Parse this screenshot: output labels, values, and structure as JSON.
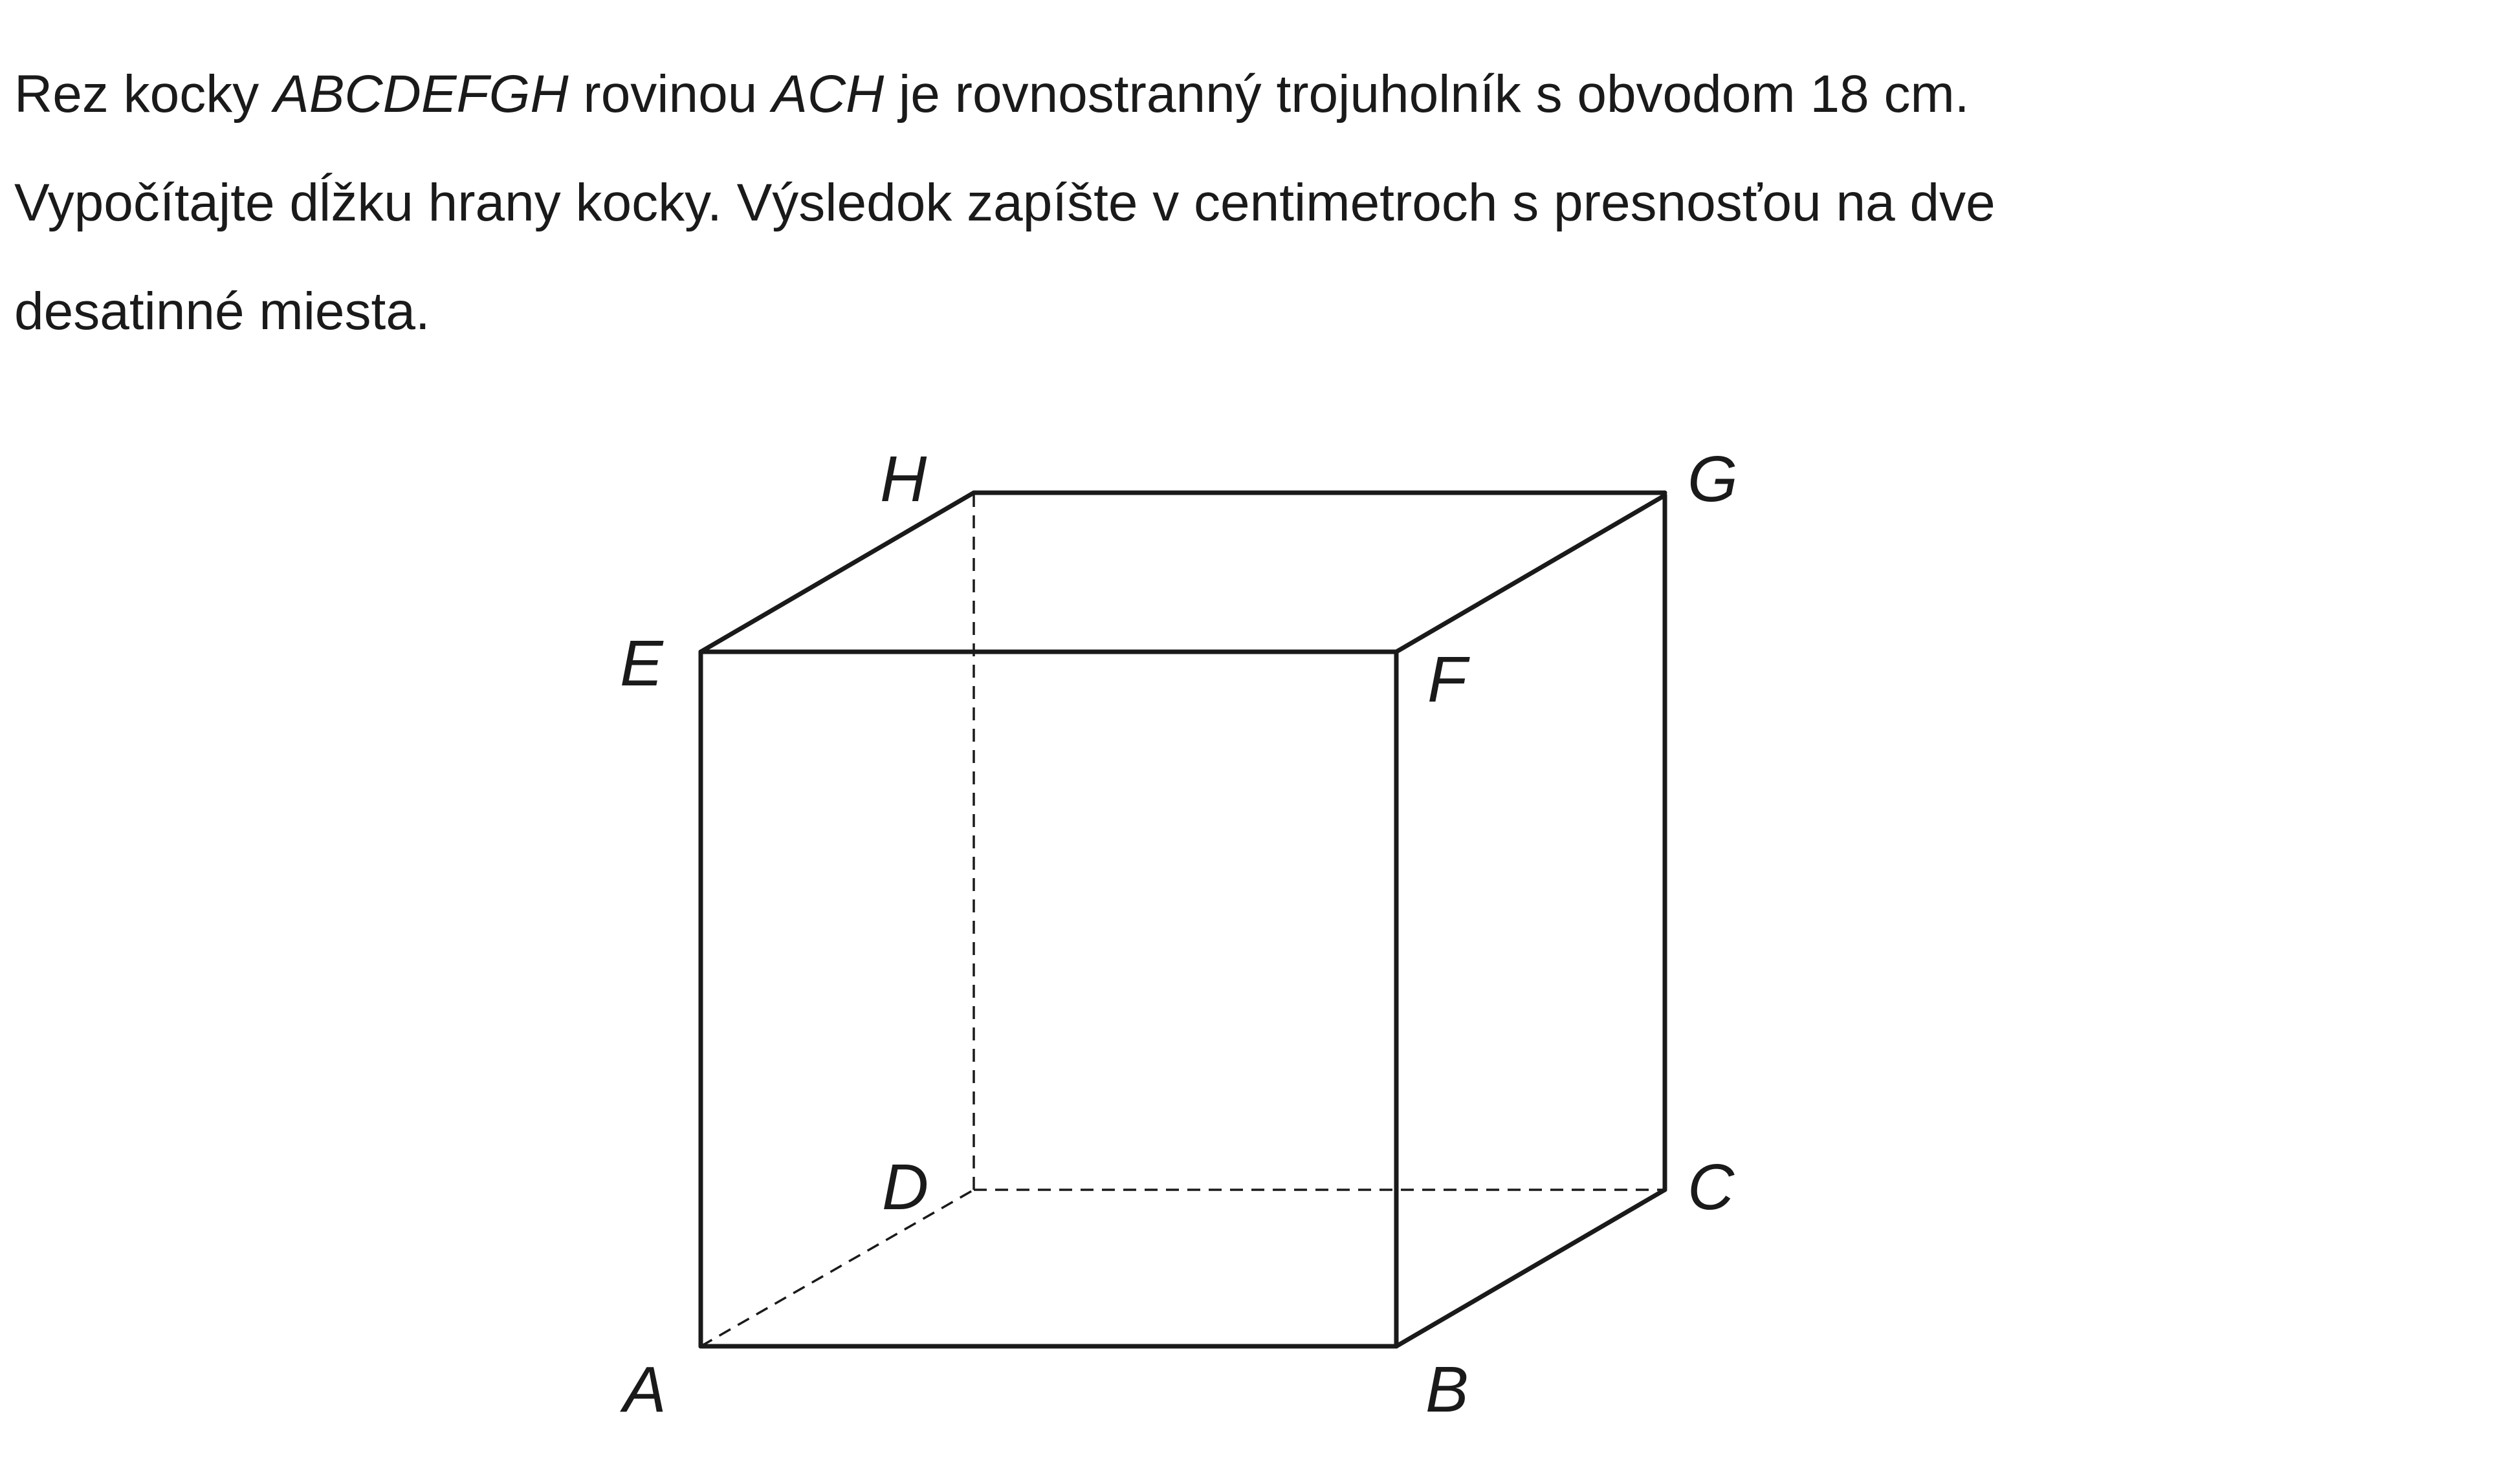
{
  "problem": {
    "line1_part1": "Rez kocky ",
    "line1_cube_name": "ABCDEFGH",
    "line1_part2": " rovinou ",
    "line1_plane_name": "ACH",
    "line1_part3": " je rovnostranný trojuholník s obvodom 18 cm.",
    "line2": "Vypočítajte dĺžku hrany kocky. Výsledok zapíšte v centimetroch s presnosťou na dve",
    "line3": "desatinné miesta."
  },
  "diagram": {
    "vertices": {
      "A": "A",
      "B": "B",
      "C": "C",
      "D": "D",
      "E": "E",
      "F": "F",
      "G": "G",
      "H": "H"
    },
    "visible_edges": [
      "AB",
      "BC",
      "AE",
      "BF",
      "CG",
      "EF",
      "FG",
      "GH",
      "HE"
    ],
    "hidden_edges": [
      "AD",
      "DC",
      "DH"
    ]
  }
}
